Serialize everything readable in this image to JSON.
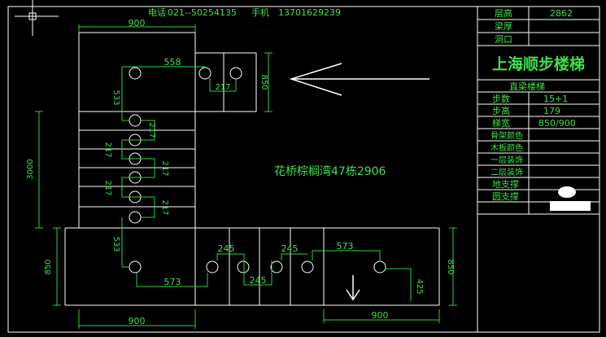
{
  "header": {
    "phone_label": "电话",
    "phone": "021--50254135",
    "mobile_label": "手机",
    "mobile": "13701629239"
  },
  "title_block": {
    "rows_top": [
      {
        "label": "层高",
        "value": "2862"
      },
      {
        "label": "梁厚",
        "value": ""
      },
      {
        "label": "洞口",
        "value": ""
      }
    ],
    "company": "上海顺步楼梯",
    "stair_type": "直梁楼梯",
    "rows_specs": [
      {
        "label": "步数",
        "value": "15+1"
      },
      {
        "label": "步高",
        "value": "179"
      },
      {
        "label": "梯宽",
        "value": "850/900"
      },
      {
        "label": "骨架颜色",
        "value": ""
      },
      {
        "label": "木板颜色",
        "value": ""
      },
      {
        "label": "一层装饰",
        "value": ""
      },
      {
        "label": "二层装饰",
        "value": ""
      },
      {
        "label": "地支撑",
        "value": ""
      },
      {
        "label": "圆支撑",
        "value": ""
      }
    ]
  },
  "drawing": {
    "project": "花桥棕榈湾47栋2906",
    "dims": {
      "top_width": "900",
      "top_span": "558",
      "top_small": "217",
      "top_right": "850",
      "left_vert": "533",
      "mid_217": [
        "217",
        "217",
        "217",
        "217",
        "217"
      ],
      "total_height": "3000",
      "bottom_left": "850",
      "lower_vert": "533",
      "bottom_573_left": "573",
      "bottom_245_a": "245",
      "bottom_245_b": "245",
      "bottom_245_c": "245",
      "bottom_573_right": "573",
      "bottom_425": "425",
      "bottom_right": "850",
      "bottom_width_left": "900",
      "bottom_width_right": "900"
    }
  },
  "colors": {
    "background": "#000000",
    "lines": "#ffffff",
    "dimensions": "#27d63a",
    "header_text": "#3ee04a",
    "title_text": "#3ee04a"
  }
}
